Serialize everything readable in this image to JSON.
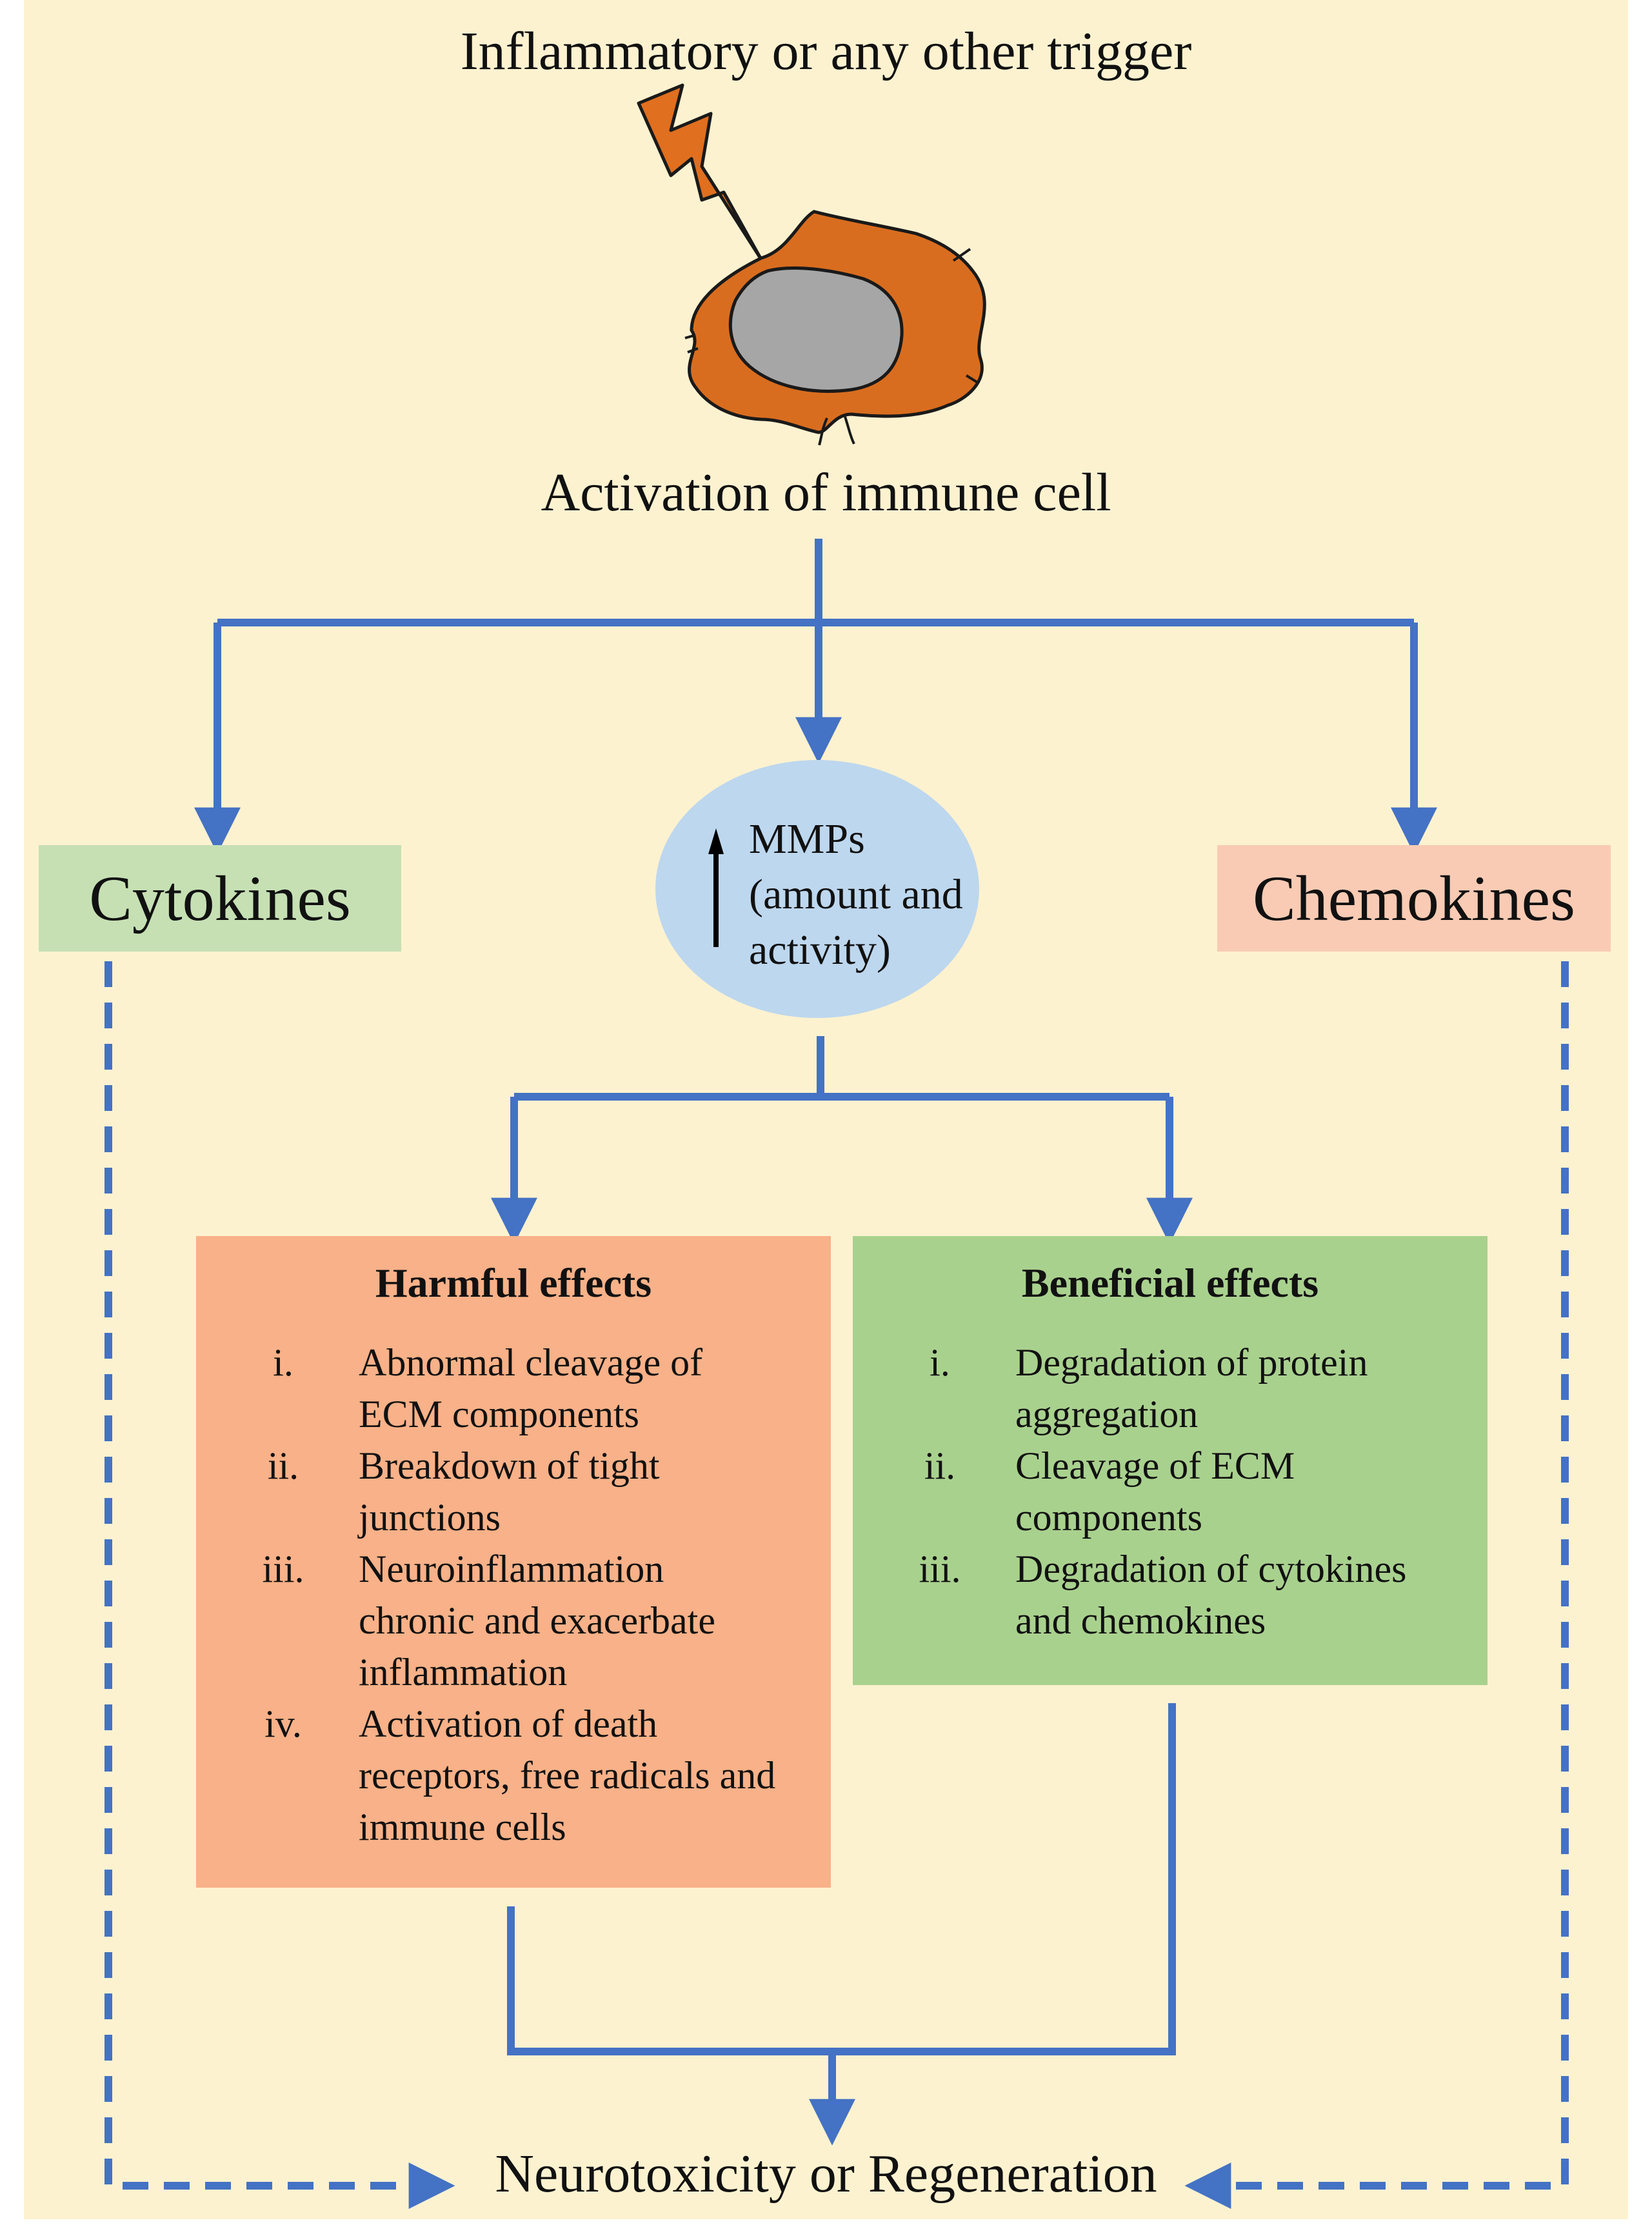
{
  "title_trigger": "Inflammatory or any other trigger",
  "cell_label": "Activation of immune cell",
  "left_node": "Cytokines",
  "right_node": "Chemokines",
  "center_node": {
    "lines": [
      "MMPs",
      "(amount and",
      "activity)"
    ],
    "indicator_icon": "up-arrow-icon"
  },
  "harmful": {
    "title": "Harmful effects",
    "items": [
      {
        "numeral": "i.",
        "lines": [
          "Abnormal cleavage of",
          "ECM components"
        ]
      },
      {
        "numeral": "ii.",
        "lines": [
          "Breakdown of tight",
          "junctions"
        ]
      },
      {
        "numeral": "iii.",
        "lines": [
          "Neuroinflammation",
          "chronic and exacerbate",
          "inflammation"
        ]
      },
      {
        "numeral": "iv.",
        "lines": [
          "Activation of death",
          "receptors, free radicals and",
          "immune cells"
        ]
      }
    ]
  },
  "beneficial": {
    "title": "Beneficial effects",
    "items": [
      {
        "numeral": "i.",
        "lines": [
          "Degradation of protein",
          "aggregation"
        ]
      },
      {
        "numeral": "ii.",
        "lines": [
          "Cleavage of ECM",
          "components"
        ]
      },
      {
        "numeral": "iii.",
        "lines": [
          "Degradation of cytokines",
          "and chemokines"
        ]
      }
    ]
  },
  "outcome": "Neurotoxicity or Regeneration",
  "colors": {
    "background": "#fdf2d0",
    "arrow": "#4472c4",
    "lightning": "#e06f1f",
    "cell_body": "#d96d1f",
    "nucleus": "#a6a6a6",
    "cytokines_fill": "#c6e0b4",
    "chemokines_fill": "#f9cbb4",
    "mmps_fill": "#bdd7ee",
    "harmful_fill": "#f8b188",
    "beneficial_fill": "#a9d18e"
  }
}
